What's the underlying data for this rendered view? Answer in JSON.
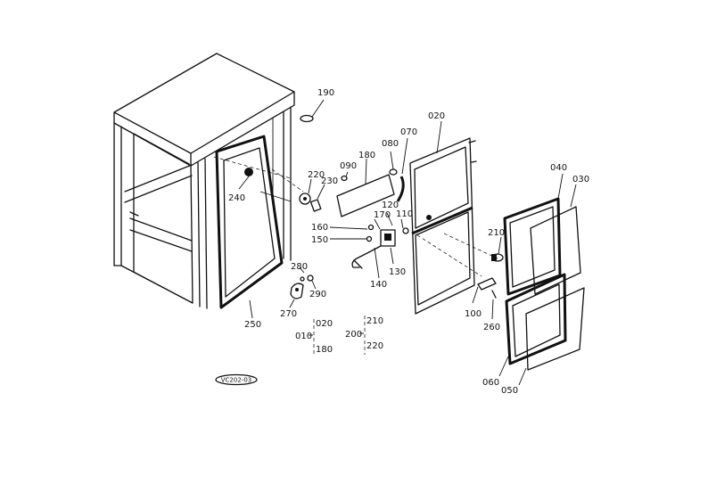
{
  "diagram": {
    "figure_code": "VC202-03",
    "callouts": {
      "p190": "190",
      "p020": "020",
      "p080": "080",
      "p070": "070",
      "p180": "180",
      "p090": "090",
      "p220": "220",
      "p230": "230",
      "p240": "240",
      "p040": "040",
      "p030": "030",
      "p120": "120",
      "p160": "160",
      "p170": "170",
      "p110": "110",
      "p150": "150",
      "p210": "210",
      "p280": "280",
      "p290": "290",
      "p130": "130",
      "p140": "140",
      "p270": "270",
      "p100": "100",
      "p250": "250",
      "p260": "260",
      "p060": "060",
      "p050": "050"
    },
    "groups": {
      "g010": {
        "label": "010",
        "items": [
          "020",
          "180"
        ]
      },
      "g200": {
        "label": "200",
        "items": [
          "210",
          "220"
        ]
      }
    }
  }
}
